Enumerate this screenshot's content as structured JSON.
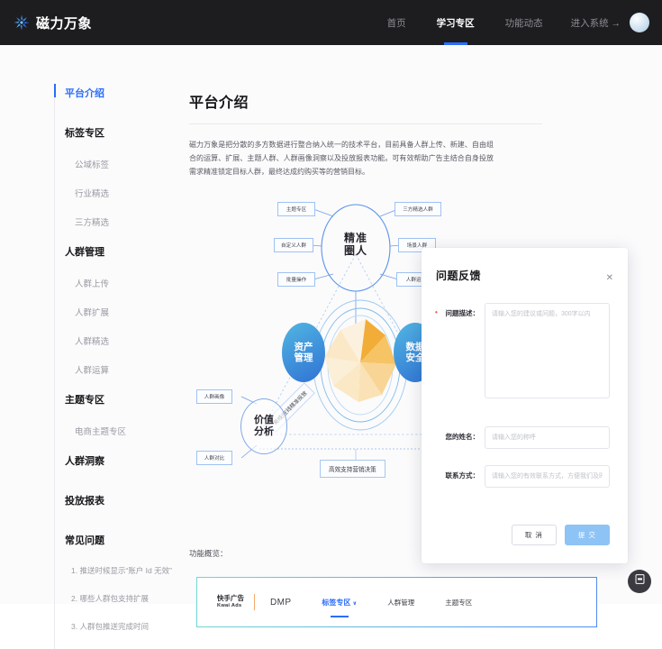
{
  "header": {
    "logo_text": "磁力万象",
    "logo_icon": "sparkle-icon",
    "nav": [
      {
        "label": "首页",
        "active": false
      },
      {
        "label": "学习专区",
        "active": true
      },
      {
        "label": "功能动态",
        "active": false
      }
    ],
    "enter_system": "进入系统 →",
    "avatar": "user-avatar"
  },
  "sidebar": {
    "items": [
      {
        "label": "平台介绍",
        "type": "active"
      },
      {
        "label": "标签专区",
        "type": "group"
      },
      {
        "label": "公域标签",
        "type": "sub"
      },
      {
        "label": "行业精选",
        "type": "sub"
      },
      {
        "label": "三方精选",
        "type": "sub"
      },
      {
        "label": "人群管理",
        "type": "group"
      },
      {
        "label": "人群上传",
        "type": "sub"
      },
      {
        "label": "人群扩展",
        "type": "sub"
      },
      {
        "label": "人群精选",
        "type": "sub"
      },
      {
        "label": "人群运算",
        "type": "sub"
      },
      {
        "label": "主题专区",
        "type": "group"
      },
      {
        "label": "电商主题专区",
        "type": "sub"
      },
      {
        "label": "人群洞察",
        "type": "group"
      },
      {
        "label": "投放报表",
        "type": "group"
      },
      {
        "label": "常见问题",
        "type": "group"
      },
      {
        "label": "1. 推送时候显示“账户 Id 无效”",
        "type": "faq"
      },
      {
        "label": "2. 哪些人群包支持扩展",
        "type": "faq"
      },
      {
        "label": "3. 人群包推送完成时间",
        "type": "faq"
      }
    ]
  },
  "main": {
    "title": "平台介绍",
    "intro": "磁力万象是把分散的多方数据进行整合纳入统一的技术平台，目前具备人群上传、新建、自由组合的运算、扩展、主题人群、人群画像洞察以及投放报表功能。可有效帮助广告主结合自身投放需求精准锁定目标人群，最终达成约购买等的营销目标。",
    "feature_label": "功能概览："
  },
  "diagram": {
    "center_label": "精准\n圈人",
    "top_nodes": [
      {
        "label": "主题专区"
      },
      {
        "label": "三方精选人群"
      },
      {
        "label": "自定义人群"
      },
      {
        "label": "场景人群"
      },
      {
        "label": "批量操作"
      },
      {
        "label": "人群运算"
      }
    ],
    "blob_left": "资产\n管理",
    "blob_right": "数据\n安全",
    "value_circle": "价值\n分析",
    "left_nodes": [
      {
        "label": "人群画像"
      },
      {
        "label": "人群对比"
      }
    ],
    "rotated_label": "离线/在线精准投放",
    "bottom_label": "高效支持营销决策"
  },
  "feature_panel": {
    "brand_cn": "快手广告",
    "brand_en": "Kwai Ads",
    "tabs": [
      {
        "label": "DMP",
        "active": false,
        "caret": false
      },
      {
        "label": "标签专区",
        "active": true,
        "caret": true
      },
      {
        "label": "人群管理",
        "active": false,
        "caret": false
      },
      {
        "label": "主题专区",
        "active": false,
        "caret": false
      }
    ],
    "caret_glyph": "∨"
  },
  "modal": {
    "title": "问题反馈",
    "close_glyph": "✕",
    "fields": {
      "description": {
        "label": "问题描述：",
        "placeholder": "请输入您的建议或问题，300字以内",
        "value": "",
        "required": true
      },
      "name": {
        "label": "您的姓名：",
        "placeholder": "请输入您的称呼",
        "value": "",
        "required": false
      },
      "contact": {
        "label": "联系方式：",
        "placeholder": "请输入您的有效联系方式，方便我们及时与您反馈",
        "value": "",
        "required": false
      }
    },
    "cancel_label": "取 消",
    "submit_label": "提 交"
  },
  "fab": {
    "icon": "feedback-icon"
  },
  "colors": {
    "header_bg": "#1d1d20",
    "accent_blue": "#2b6dfb",
    "submit_blue": "#8ec3f5",
    "required_red": "#f05252",
    "page_bg": "#fbfbfc"
  }
}
